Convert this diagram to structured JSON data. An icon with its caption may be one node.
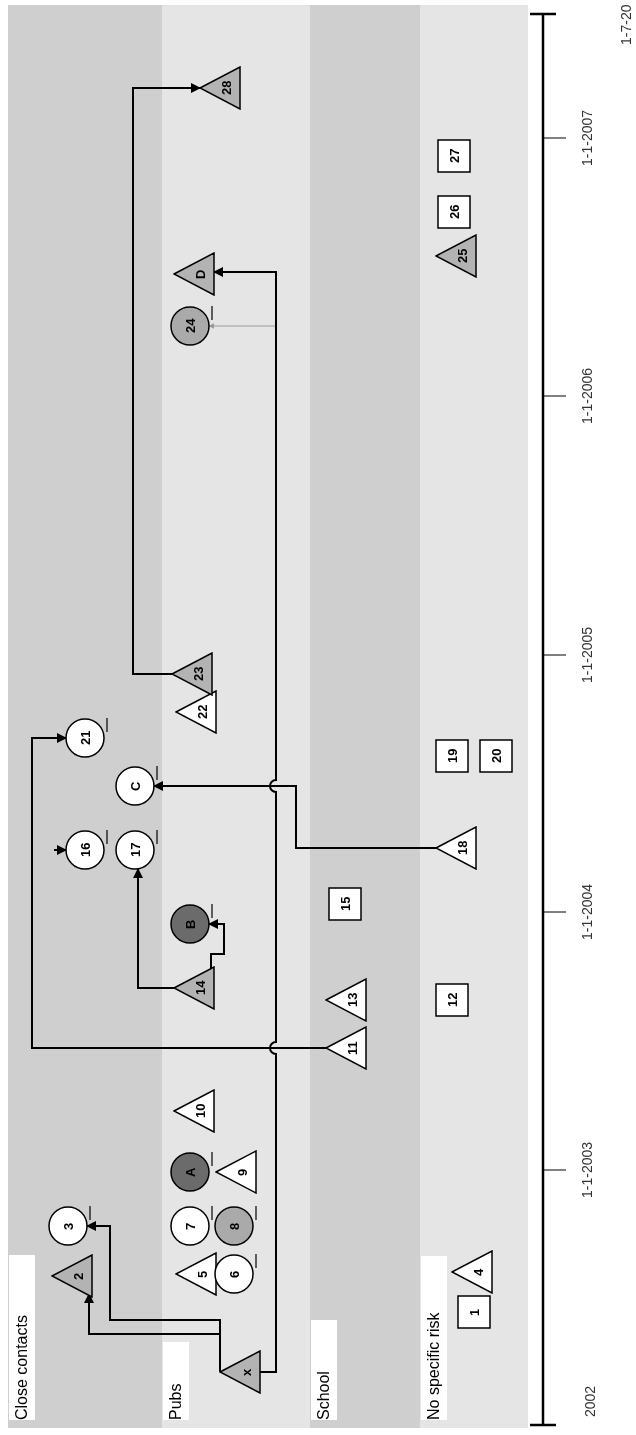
{
  "diagram": {
    "nodes": [
      {
        "text": [
          "Close contacts"
        ]
      },
      {
        "text": [
          "Pubs"
        ]
      },
      {
        "text": [
          "School"
        ]
      },
      {
        "text": [
          "No specific risk"
        ]
      },
      {
        "text": [
          "1"
        ],
        "in": 3
      },
      {
        "text": [
          "4"
        ],
        "in": 3
      },
      {
        "text": [
          "x"
        ],
        "in": 1
      },
      {
        "text": [
          "2"
        ],
        "in": 0
      },
      {
        "text": [
          "5"
        ],
        "in": 1
      },
      {
        "text": [
          "6"
        ],
        "in": 1
      },
      {
        "text": [
          "3"
        ],
        "in": 0
      },
      {
        "text": [
          "7"
        ],
        "in": 1
      },
      {
        "text": [
          "8"
        ],
        "in": 1
      },
      {
        "text": [
          "A"
        ],
        "in": 1
      },
      {
        "text": [
          "9"
        ],
        "in": 1
      },
      {
        "text": [
          "10"
        ],
        "in": 1
      },
      {
        "text": [
          "11"
        ],
        "in": 2
      },
      {
        "text": [
          "13"
        ],
        "in": 2
      },
      {
        "text": [
          "12"
        ],
        "in": 3
      },
      {
        "text": [
          "14"
        ],
        "in": 1
      },
      {
        "text": [
          "B"
        ],
        "in": 1
      },
      {
        "text": [
          "15"
        ],
        "in": 2
      },
      {
        "text": [
          "16"
        ],
        "in": 0
      },
      {
        "text": [
          "17"
        ],
        "in": 0
      },
      {
        "text": [
          "18"
        ],
        "in": 3
      },
      {
        "text": [
          "C"
        ],
        "in": 0
      },
      {
        "text": [
          "19"
        ],
        "in": 3
      },
      {
        "text": [
          "20"
        ],
        "in": 3
      },
      {
        "text": [
          "21"
        ],
        "in": 0
      },
      {
        "text": [
          "22"
        ],
        "in": 1
      },
      {
        "text": [
          "23"
        ],
        "in": 1
      },
      {
        "text": [
          "25"
        ],
        "in": 3
      },
      {
        "text": [
          "24"
        ],
        "in": 1
      },
      {
        "text": [
          "D"
        ],
        "in": 1
      },
      {
        "text": [
          "26"
        ],
        "in": 3
      },
      {
        "text": [
          "27"
        ],
        "in": 3
      },
      {
        "text": [
          "28"
        ],
        "in": 1
      }
    ],
    "edges": [
      {
        "from": 6,
        "to": 7,
        "arrow": "to"
      },
      {
        "from": 6,
        "to": 10,
        "arrow": "to"
      },
      {
        "from": 6,
        "to": 32,
        "arrow": "to",
        "color": "#9a9a9a"
      },
      {
        "from": 6,
        "to": 33,
        "arrow": "to"
      },
      {
        "from": 16,
        "to": 28,
        "arrow": "to"
      },
      {
        "from": 19,
        "to": 23,
        "arrow": "to"
      },
      {
        "from": 19,
        "to": 20,
        "arrow": "to"
      },
      {
        "from": 24,
        "to": 25,
        "arrow": "to"
      },
      {
        "from": 30,
        "to": 36,
        "arrow": "to"
      },
      {
        "from": null,
        "to": 22,
        "arrow": "to"
      }
    ],
    "labels": [
      "2002",
      "1-1-2003",
      "1-1-2004",
      "1-1-2005",
      "1-1-2006",
      "1-1-2007",
      "1-7-20"
    ]
  }
}
